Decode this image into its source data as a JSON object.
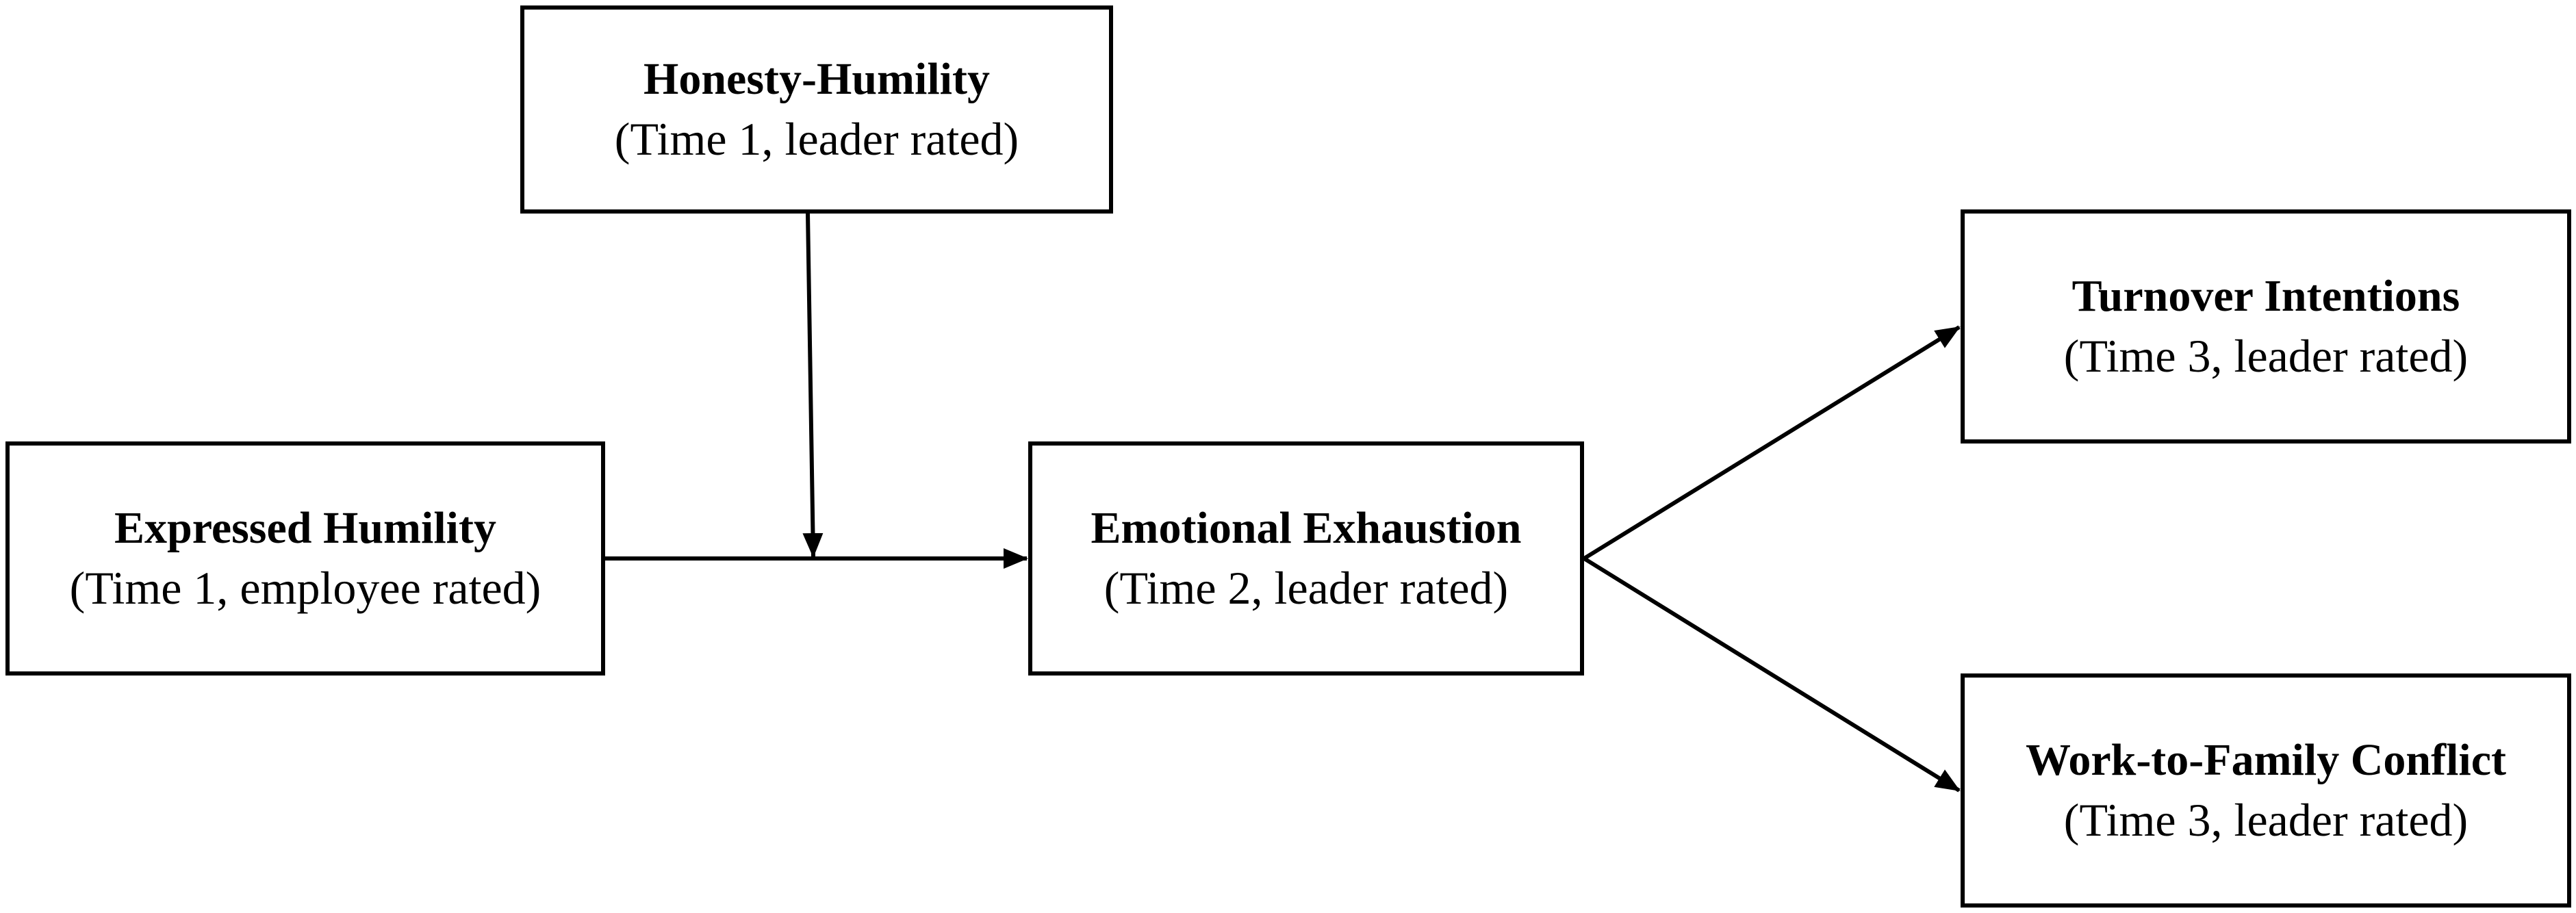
{
  "nodes": {
    "honesty_humility": {
      "title": "Honesty-Humility",
      "subtitle": "(Time 1, leader rated)"
    },
    "expressed_humility": {
      "title": "Expressed Humility",
      "subtitle": "(Time 1, employee rated)"
    },
    "emotional_exhaustion": {
      "title": "Emotional Exhaustion",
      "subtitle": "(Time 2, leader rated)"
    },
    "turnover_intentions": {
      "title": "Turnover Intentions",
      "subtitle": "(Time 3, leader rated)"
    },
    "work_family_conflict": {
      "title": "Work-to-Family Conflict",
      "subtitle": "(Time 3, leader rated)"
    }
  },
  "edges": [
    {
      "from": "expressed_humility",
      "to": "emotional_exhaustion",
      "kind": "direct"
    },
    {
      "from": "honesty_humility",
      "to": "expressed_humility->emotional_exhaustion",
      "kind": "moderation"
    },
    {
      "from": "emotional_exhaustion",
      "to": "turnover_intentions",
      "kind": "direct"
    },
    {
      "from": "emotional_exhaustion",
      "to": "work_family_conflict",
      "kind": "direct"
    }
  ],
  "colors": {
    "stroke": "#000000",
    "background": "#ffffff"
  }
}
